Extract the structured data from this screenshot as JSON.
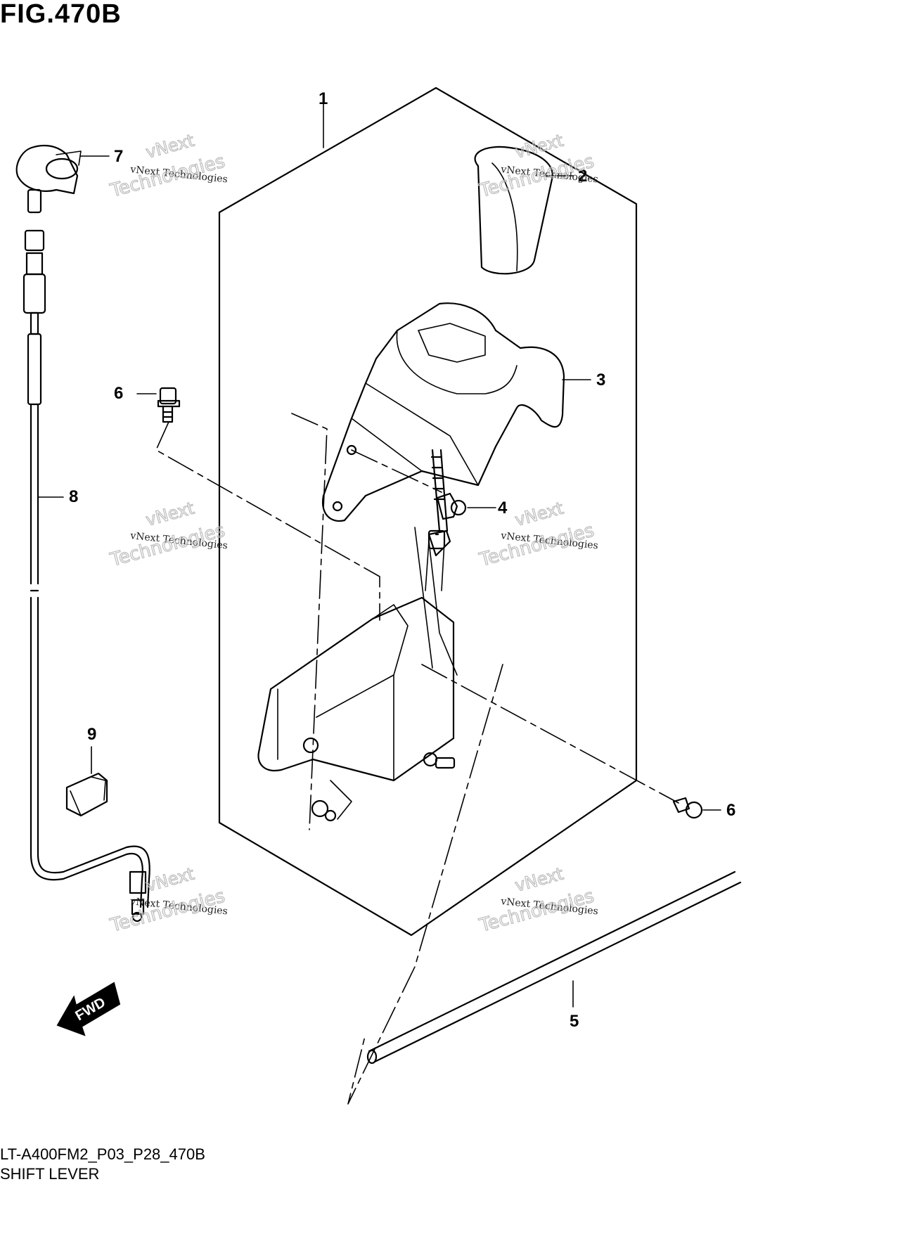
{
  "figure": {
    "title": "FIG.470B",
    "part_code": "LT-A400FM2_P03_P28_470B",
    "caption": "SHIFT LEVER"
  },
  "callouts": [
    "1",
    "2",
    "3",
    "4",
    "5",
    "6",
    "6",
    "7",
    "8",
    "9"
  ],
  "watermark": {
    "line_small": "vNext Technologies",
    "line_big_1": "vNext",
    "line_big_2": "Technologies"
  },
  "fwd_label": "FWD",
  "colors": {
    "ink": "#000000",
    "watermark": "#bdbdbd",
    "background": "#ffffff"
  }
}
